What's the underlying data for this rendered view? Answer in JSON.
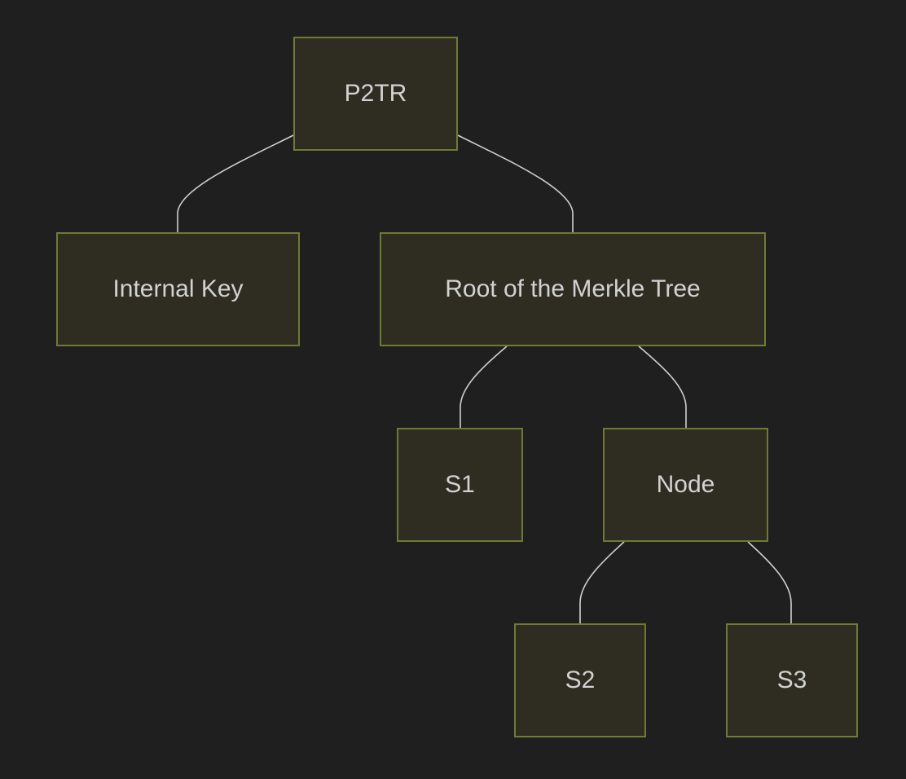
{
  "diagram": {
    "type": "tree",
    "colors": {
      "background": "#1f1f1f",
      "node_fill": "#2f2d22",
      "node_border": "#6f7a35",
      "text": "#d2d2d2",
      "edge": "#cfcfcf"
    },
    "nodes": [
      {
        "id": "p2tr",
        "label": "P2TR"
      },
      {
        "id": "internal",
        "label": "Internal Key"
      },
      {
        "id": "root",
        "label": "Root of the Merkle Tree"
      },
      {
        "id": "s1",
        "label": "S1"
      },
      {
        "id": "node",
        "label": "Node"
      },
      {
        "id": "s2",
        "label": "S2"
      },
      {
        "id": "s3",
        "label": "S3"
      }
    ],
    "edges": [
      {
        "from": "p2tr",
        "to": "internal"
      },
      {
        "from": "p2tr",
        "to": "root"
      },
      {
        "from": "root",
        "to": "s1"
      },
      {
        "from": "root",
        "to": "node"
      },
      {
        "from": "node",
        "to": "s2"
      },
      {
        "from": "node",
        "to": "s3"
      }
    ]
  }
}
